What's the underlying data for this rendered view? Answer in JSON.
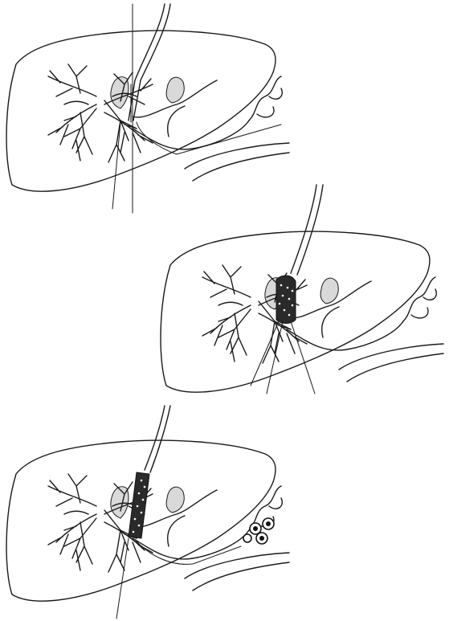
{
  "figure": {
    "panels": [
      {
        "id": "panel-1",
        "stage": "catheter-positioned"
      },
      {
        "id": "panel-2",
        "stage": "embolic-material-deployed"
      },
      {
        "id": "panel-3",
        "stage": "tract-embolized-with-coils"
      }
    ],
    "colors": {
      "ink": "#1a1a1a",
      "background": "#ffffff",
      "shading": "#d9d9d9"
    }
  }
}
